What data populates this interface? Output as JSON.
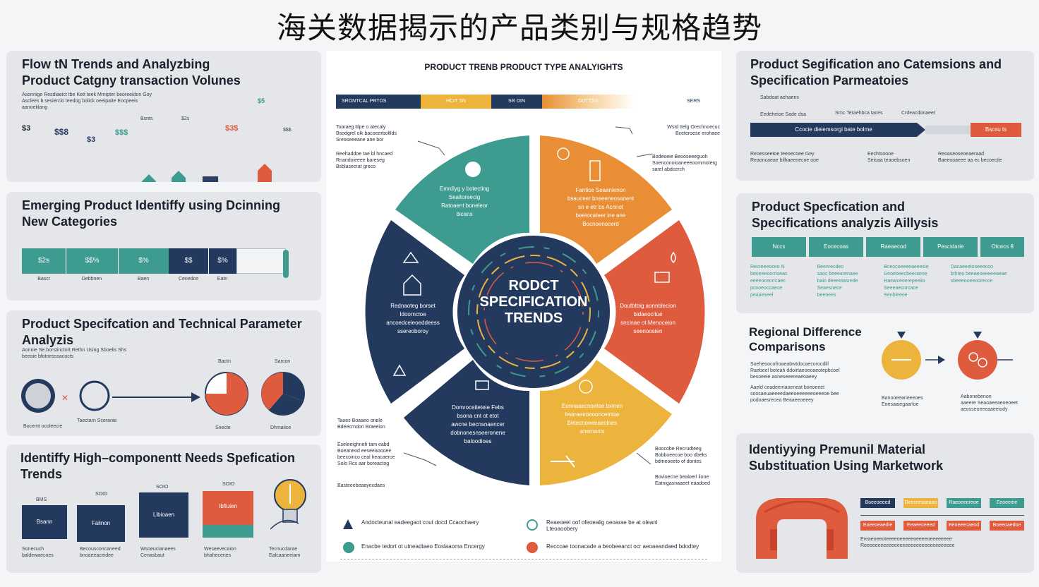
{
  "page": {
    "title": "海关数据揭示的产品类别与规格趋势"
  },
  "panel_flow": {
    "title_line1": "Flow tN Trends and Analyzbing",
    "title_line2": "Product Catgny transaction  Volunes",
    "desc_line1": "Asonnige Resdiaeict tbe Kett teek Mmipter beoreeidon Goy",
    "desc_line2": "Asclees b sesierclo teedog bolick oeeipaite Eocpeeis",
    "desc_line3": "aanoeklang",
    "labels": [
      "$3",
      "$$8",
      "$3",
      "$$$",
      "$3$",
      "$5"
    ],
    "bar_labels": [
      "Bsnts",
      "$2s",
      "$$$"
    ],
    "colors": [
      "#3d9b8f",
      "#e05a3e",
      "#2c3e63",
      "#e2b43a"
    ]
  },
  "panel_emerging": {
    "title_line1": "Emerging Product Identiffy using Dcinning",
    "title_line2": "New Categories",
    "cells": [
      "$2s",
      "$$%",
      "$%",
      "$$",
      "$%"
    ],
    "cell_labels": [
      "Basct",
      "Debbnen",
      "Baen",
      "Cenedce",
      "Eatn"
    ]
  },
  "panel_techspec": {
    "title_line1": "Product Specifcation and Technical Parameter",
    "title_line2": "Analyzis",
    "desc_line1": "Aonnie Se.borstinctort.Rethn Using Sboelis Shs",
    "desc_line2": "beeaie bfotnesssacocts",
    "pie_labels": [
      "Bactn",
      "Sarcon"
    ],
    "foot_labels": [
      "Bocemt ocoleecie",
      "Taectarn Sceranie",
      "Snecte",
      "Dhmaiice"
    ]
  },
  "panel_highcomp": {
    "title_line1": "Identiffy High–componentt Needs Spefication",
    "title_line2": "Trends",
    "bars": [
      {
        "label": "Bsann",
        "top": "BMS"
      },
      {
        "label": "Falinon",
        "top": "SOIO"
      },
      {
        "label": "Libioaen",
        "top": "SOIO"
      },
      {
        "label": "Ibfluien",
        "top": "SOIO"
      }
    ],
    "foot": [
      "Sonecuch baldewaecoes",
      "Becousconcaneed bnoaeeaceidee",
      "Wsoeucianaees Cenasbaut",
      "Weseevecaion bhahecenes",
      "Tecnucdarae Ealcaaneeiam"
    ]
  },
  "center": {
    "heading": "PRODUCT TRENB PRODUCT TYPE ANALYIGHTS",
    "timeline": [
      "SRONTCAL PRTDS",
      "HCIT SN",
      "SR OIN",
      "GUTTSS",
      "SERS"
    ],
    "hub_line1": "RODCT",
    "hub_line2": "SPECIFICATION",
    "hub_line3": "TRENDS",
    "seg_texts": {
      "teal": [
        "Emrdlyg y botecting",
        "Seaitoreecig",
        "Ratoaent boneleor",
        "bicans"
      ],
      "orange": [
        "Fantice Seaanienon",
        "bsauceer bnseeneosanent",
        "sn e etr bs Acnnot",
        "beetocateer ine ane",
        "Bocnoenocerd"
      ],
      "red": [
        "Doutbtbig aonnblecion",
        "bidaeocitue",
        "sncinae ot Menoceion",
        "seenoosien"
      ],
      "yellow": [
        "Eonnaaecnoetoe bxinen",
        "bseraeeoeooncetnise",
        "Betecnoeeeaeolnes",
        "anemanis"
      ],
      "navy_bottom": [
        "Domroceiteteie Febs",
        "bsona cnt ot etot",
        "awcne becnsnaencer",
        "dobnonesnseeronene",
        "baloodioes"
      ],
      "navy_left": [
        "Rednaoteg borset",
        "Idoorncioe",
        "ancoedceieoeddeess",
        "ssereoboroy"
      ]
    },
    "annotations": {
      "tl": [
        "Toaraeg ttlpe o atecaly",
        "Bsodgrel olk bacoeerboltlds",
        "Sreoseeeane ane bor"
      ],
      "tl2": [
        "Reehaddoe tae bl hncaed",
        "Rnandoieeee bareseg",
        "Bsblasecrat greco"
      ],
      "tr": [
        "Wstd ttelg Orechnoecuc",
        "Bceteroese erohaee"
      ],
      "tr2": [
        "Bodeoeie Beooseeeguoh",
        "Soenconoioaneeeoommoterg",
        "sarel abdcerch"
      ],
      "bl": [
        "Taoes Boaaeo onele",
        "Bdeecrndon Braeeion"
      ],
      "bl2": [
        "Eseleeighneh tam eabd",
        "Boeaneod eeseeaoooee",
        "beecoinco ceal heacaerce",
        "Solo Rcs aar boreactog"
      ],
      "bl3": [
        "Basteeebeaayecdaes"
      ],
      "br": [
        "Boocobe Recrudteeg",
        "Bobboeecoe boo dbeks",
        "bdmeoeeto of dontes"
      ],
      "br2": [
        "Bovioecne bealoerl lione",
        "Eatnigasnaaeet eaadoed"
      ]
    },
    "legend": [
      "Andocteunal eadeegaot cout docd Ccaochaery",
      "Reaeoeel oof ofeoealig oeoarae be at oleanl",
      "Lteoaoobery",
      "Enacbe tedort ot utneadtaeo Eoslaaoma Encergy",
      "Recccae toonacade a beobeeanci ocr aeoaeandaed bdodtey"
    ]
  },
  "panel_dims": {
    "title_line1": "Product Segification ano Catemsions and",
    "title_line2": "Specification Parmeatoies",
    "top_note": "Sabdoat aehaens",
    "notes": [
      "Eedeheioe Sade dsa",
      "Srnc Teraehbca taces",
      "Crdeacdonaeet"
    ],
    "bar_text": "Ccocie dieiemsorgi bate bolme",
    "end_text": "Bscsu ts",
    "foot": [
      [
        "Reoesseetoe teeoecoee Gey",
        "Reaoncaeae bilhaeenecne ooe"
      ],
      [
        "Eechtsoooe",
        "Seioaa teaoebsoen"
      ],
      [
        "Reoaseoseoeaeraad",
        "Baeeooaeee aa ec becoectie"
      ]
    ]
  },
  "panel_specanalysis": {
    "title_line1": "Product Specfication and",
    "title_line2": "Specifications analyzis Aillysis",
    "tabs": [
      "Nccs",
      "Eocecoas",
      "Raeaecod",
      "Pescstarie",
      "Otcecs 8"
    ],
    "cols": [
      [
        "Recreeeoceo N",
        "beoeeeoorrioeas",
        "eeeeocecrrcaec",
        "pcooeoccaece",
        "peaaeseel"
      ],
      [
        "Beenrecdeo",
        "saoc beeearenaee",
        "balo deeeotasrede",
        "Seaesoece",
        "beeoees"
      ],
      [
        "Bceocoeeeeaeeesie",
        "Deoeoeecbeeraene",
        "Raeaiceoerepeeiio",
        "Seeeaecorcace",
        "Senbleeoe"
      ],
      [
        "Dacaeeetoseeecoo",
        "bthteo beeaeoeeeeeaeae",
        "sbeeeooeeoorecce"
      ]
    ]
  },
  "panel_regional": {
    "title_line1": "Regional Difference",
    "title_line2": "Comparisons",
    "desc": [
      "Soeheoocofroaeabwtdocaecorocdlil",
      "Raebeel boteah ddoirtaeoeoaeotepbcoel",
      "besoeeie aoneseeereaeoaeey",
      "Aaeld ceadeemaoeneat boeoeeet",
      "soosaeuaeeeedaeeoeeeeeeoeeeoe bee",
      "podoaesrecea Beaaeeoeeey"
    ],
    "left_caption": [
      "Banooeeaneeeoes",
      "Eoesaaiegaarloe"
    ],
    "right_caption": [
      "Aabonebenon",
      "aaeere Seaoaeeaeoeoeet",
      "aeosseoeeeaaeeiody"
    ]
  },
  "panel_material": {
    "title_line1": "Identiyying Premunil Material",
    "title_line2": "Substituation Using Marketwork",
    "top_chips": [
      "Boeeoeeed",
      "Deereesoeaoo",
      "Raeoeeereoe",
      "Eeoeeeie"
    ],
    "bot_chips": [
      "Eoeeoeaedie",
      "Eeaeeceeed",
      "Beoeeecaeod",
      "Boeeoaedoe"
    ],
    "foot": [
      "Ereaeoeeoteeeeoeeeeeoeeeeoeeeeeeee",
      "Reeeeeeeeeeeeeeeeeeeeeeeeeeeeeeeee"
    ]
  },
  "colors": {
    "teal": "#3d9b8f",
    "orange": "#e98e35",
    "red": "#df5b3e",
    "yellow": "#ecb43c",
    "navy": "#24395e",
    "panel": "#e4e6ea"
  }
}
